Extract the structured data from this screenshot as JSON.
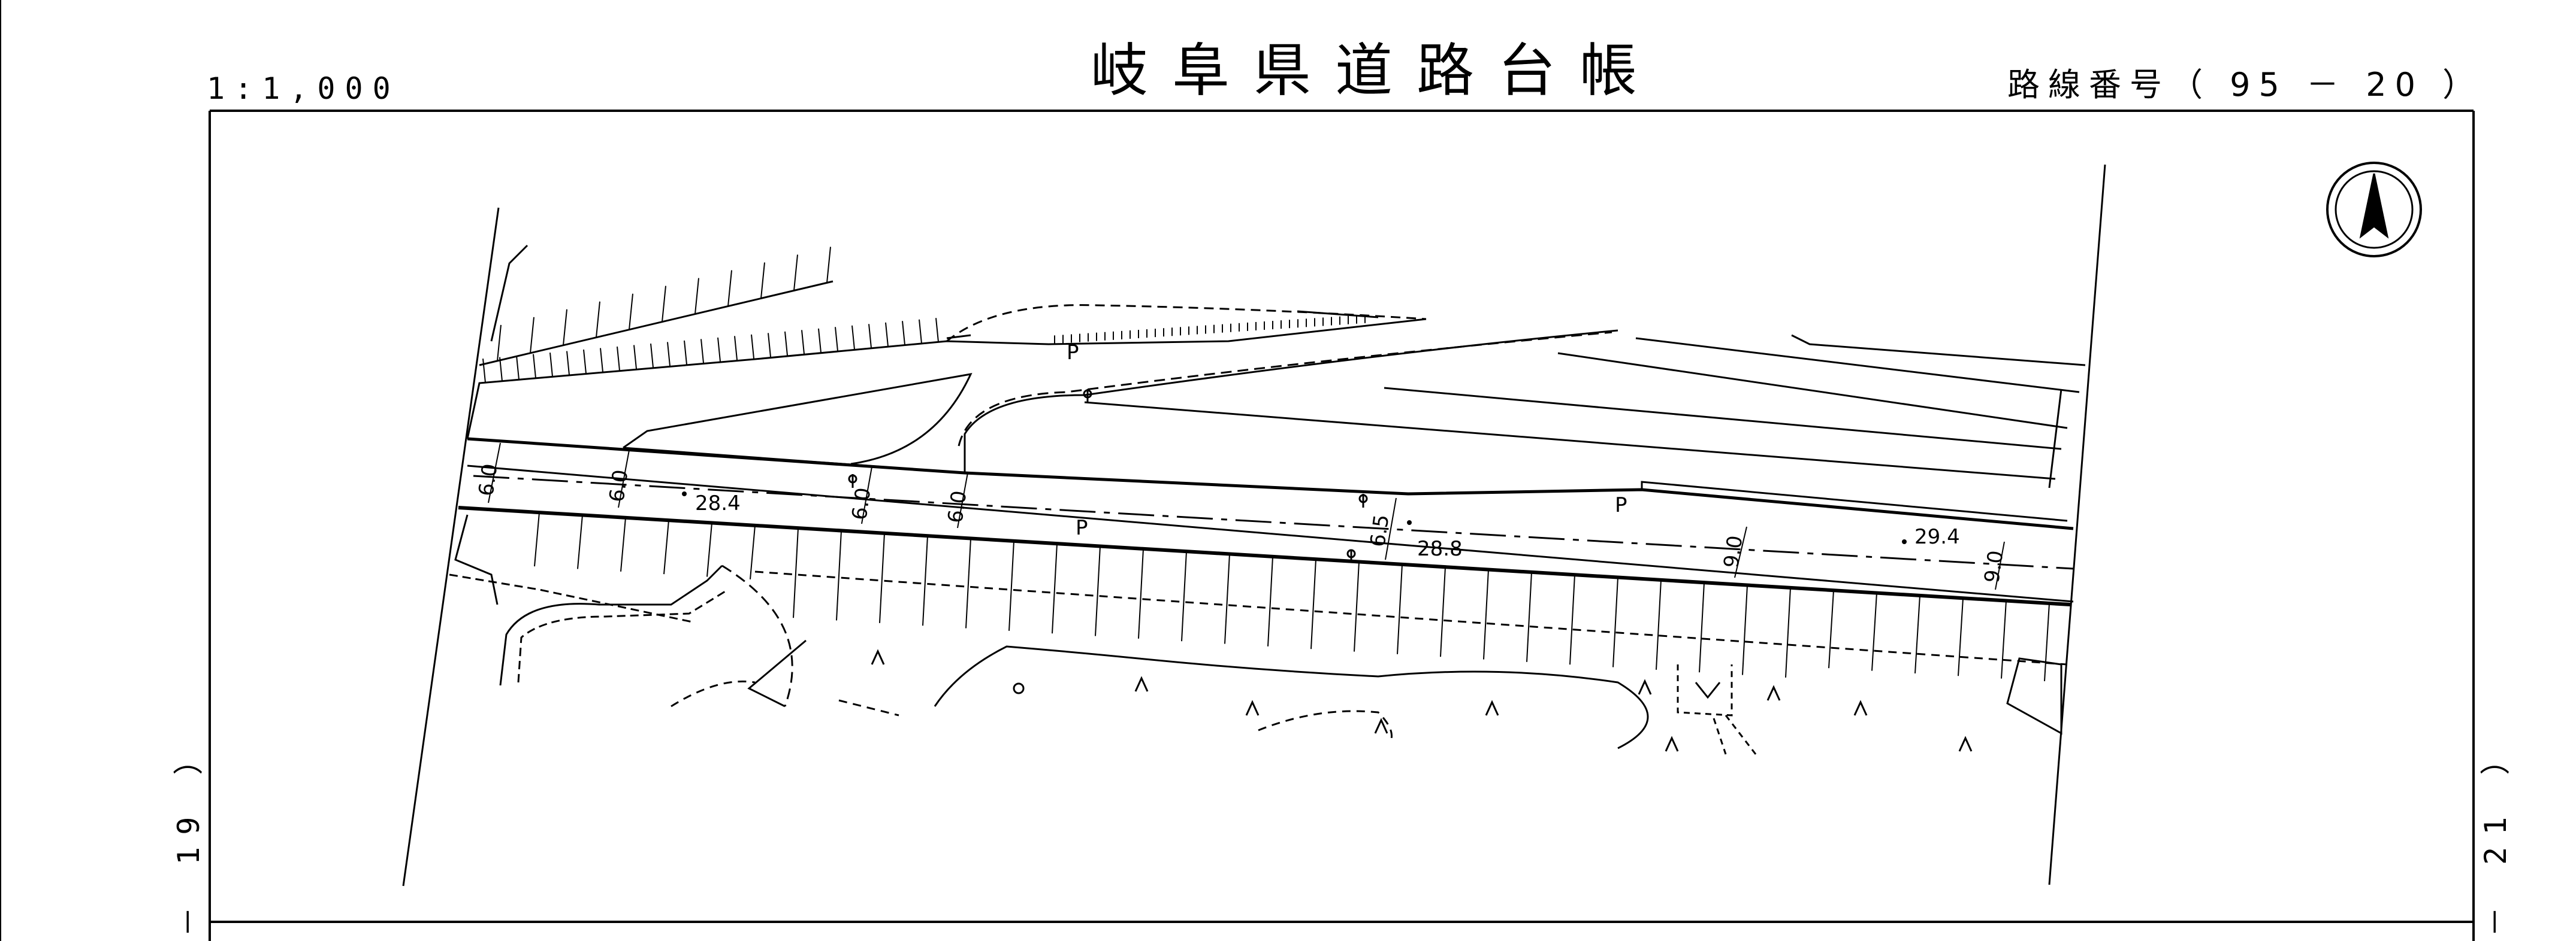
{
  "sheet": {
    "title": "岐阜県道路台帳",
    "scale": "1:1,000",
    "route_number": "路線番号（ 95 － 20 ）",
    "adjacent_left": "－ 19 ）",
    "adjacent_right": "－ 21 ）"
  },
  "map": {
    "pole_labels": [
      "P",
      "P",
      "P"
    ],
    "road_widths": [
      "6.0",
      "6.0",
      "6.0",
      "6.0",
      "6.5",
      "9.0",
      "9.0"
    ],
    "elevations": [
      "28.4",
      "28.8",
      "29.4"
    ],
    "north_arrow": "north-arrow-icon"
  }
}
